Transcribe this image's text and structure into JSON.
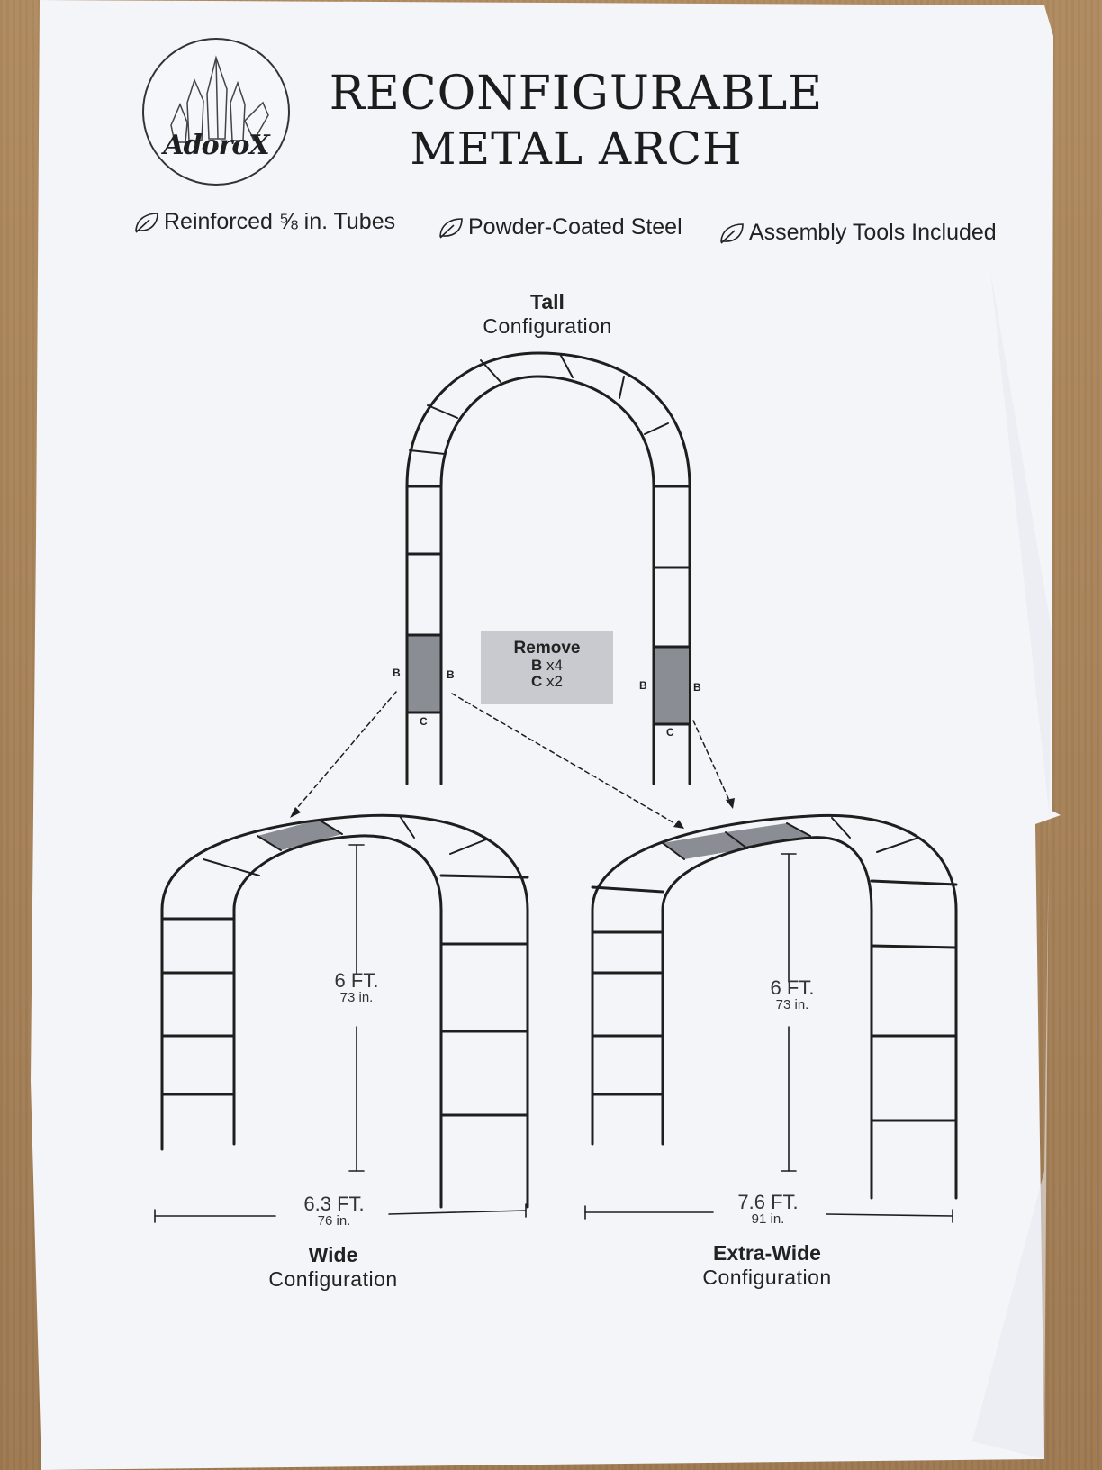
{
  "brand": {
    "logo_text": "AdoroX"
  },
  "title": {
    "line1": "RECONFIGURABLE",
    "line2": "METAL ARCH"
  },
  "features": [
    {
      "icon": "leaf-icon",
      "label": "Reinforced ⅝ in. Tubes"
    },
    {
      "icon": "leaf-icon",
      "label": "Powder-Coated Steel"
    },
    {
      "icon": "leaf-icon",
      "label": "Assembly Tools Included"
    }
  ],
  "tall": {
    "name": "Tall",
    "suffix": "Configuration"
  },
  "remove": {
    "title": "Remove",
    "b_label": "B",
    "b_qty": "x4",
    "c_label": "C",
    "c_qty": "x2"
  },
  "part_labels": {
    "b": "B",
    "c": "C"
  },
  "wide": {
    "name": "Wide",
    "suffix": "Configuration",
    "height_ft": "6 FT.",
    "height_in": "73 in.",
    "width_ft": "6.3 FT.",
    "width_in": "76 in."
  },
  "extra_wide": {
    "name": "Extra-Wide",
    "suffix": "Configuration",
    "height_ft": "6 FT.",
    "height_in": "73 in.",
    "width_ft": "7.6 FT.",
    "width_in": "91 in."
  },
  "colors": {
    "line": "#1e1e1e",
    "shade": "#8a8d94",
    "paper": "#f4f5f9"
  }
}
